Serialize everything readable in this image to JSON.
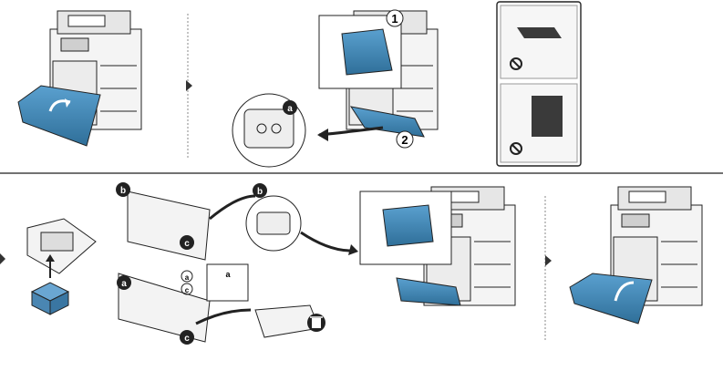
{
  "steps_top": {
    "callout_numbers": [
      "1",
      "2"
    ],
    "circle_letter_a": "a"
  },
  "steps_bottom": {
    "circle_letters": [
      "b",
      "c",
      "b",
      "a",
      "c"
    ],
    "vertical_letters": [
      "a",
      "c"
    ],
    "inset_letter": "a"
  },
  "icons": {
    "prohibit": "prohibit-icon",
    "trash": "trash-icon",
    "arrow_step": "step-arrow-icon"
  },
  "colors": {
    "toner_blue": "#3f86b5",
    "line": "#222222",
    "panel_grey": "#d8d8d8"
  }
}
